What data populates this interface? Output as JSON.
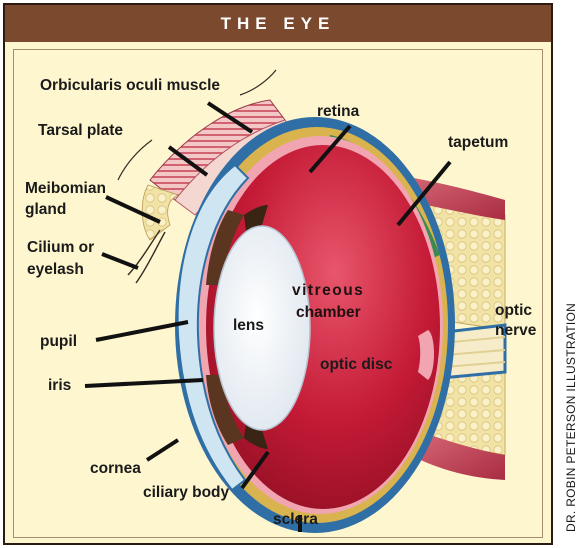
{
  "title": "THE EYE",
  "labels": {
    "orbicularis": "Orbicularis oculi muscle",
    "tarsal": "Tarsal plate",
    "meibomian_1": "Meibomian",
    "meibomian_2": "gland",
    "cilium_1": "Cilium or",
    "cilium_2": "eyelash",
    "pupil": "pupil",
    "iris": "iris",
    "cornea": "cornea",
    "ciliary": "ciliary body",
    "sclera": "sclera",
    "retina": "retina",
    "tapetum": "tapetum",
    "optic_nerve_1": "optic",
    "optic_nerve_2": "nerve",
    "lens": "lens",
    "vitreous_1": "vitreous",
    "vitreous_2": "chamber",
    "optic_disc": "optic disc"
  },
  "credit": "DR. ROBIN PETERSON ILLUSTRATION",
  "colors": {
    "title_bar": "#7b4a2e",
    "panel_bg": "#fdf6cf",
    "vitreous": "#c41a36",
    "sclera_blue": "#2f6fa6",
    "muscle": "#c8485a",
    "fat": "#efe2a3"
  }
}
